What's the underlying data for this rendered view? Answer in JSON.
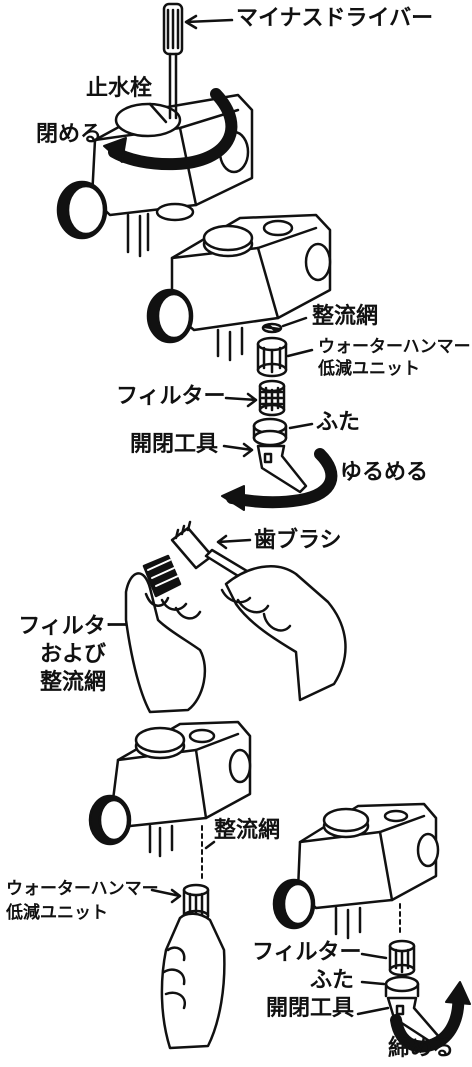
{
  "step1": {
    "screwdriver": "マイナスドライバー",
    "stop_valve": "止水栓",
    "close": "閉める"
  },
  "step2": {
    "strainer_mesh": "整流網",
    "hammer_unit_line1": "ウォーターハンマー",
    "hammer_unit_line2": "低減ユニット",
    "filter": "フィルター",
    "cap": "ふた",
    "tool": "開閉工具",
    "loosen": "ゆるめる"
  },
  "step3": {
    "toothbrush": "歯ブラシ",
    "filter_and_mesh_line1": "フィルター",
    "filter_and_mesh_line2": "および",
    "filter_and_mesh_line3": "整流網"
  },
  "step4": {
    "strainer_mesh": "整流網",
    "hammer_unit_line1": "ウォーターハンマー",
    "hammer_unit_line2": "低減ユニット",
    "filter": "フィルター",
    "cap": "ふた",
    "tool": "開閉工具",
    "tighten": "締める"
  }
}
